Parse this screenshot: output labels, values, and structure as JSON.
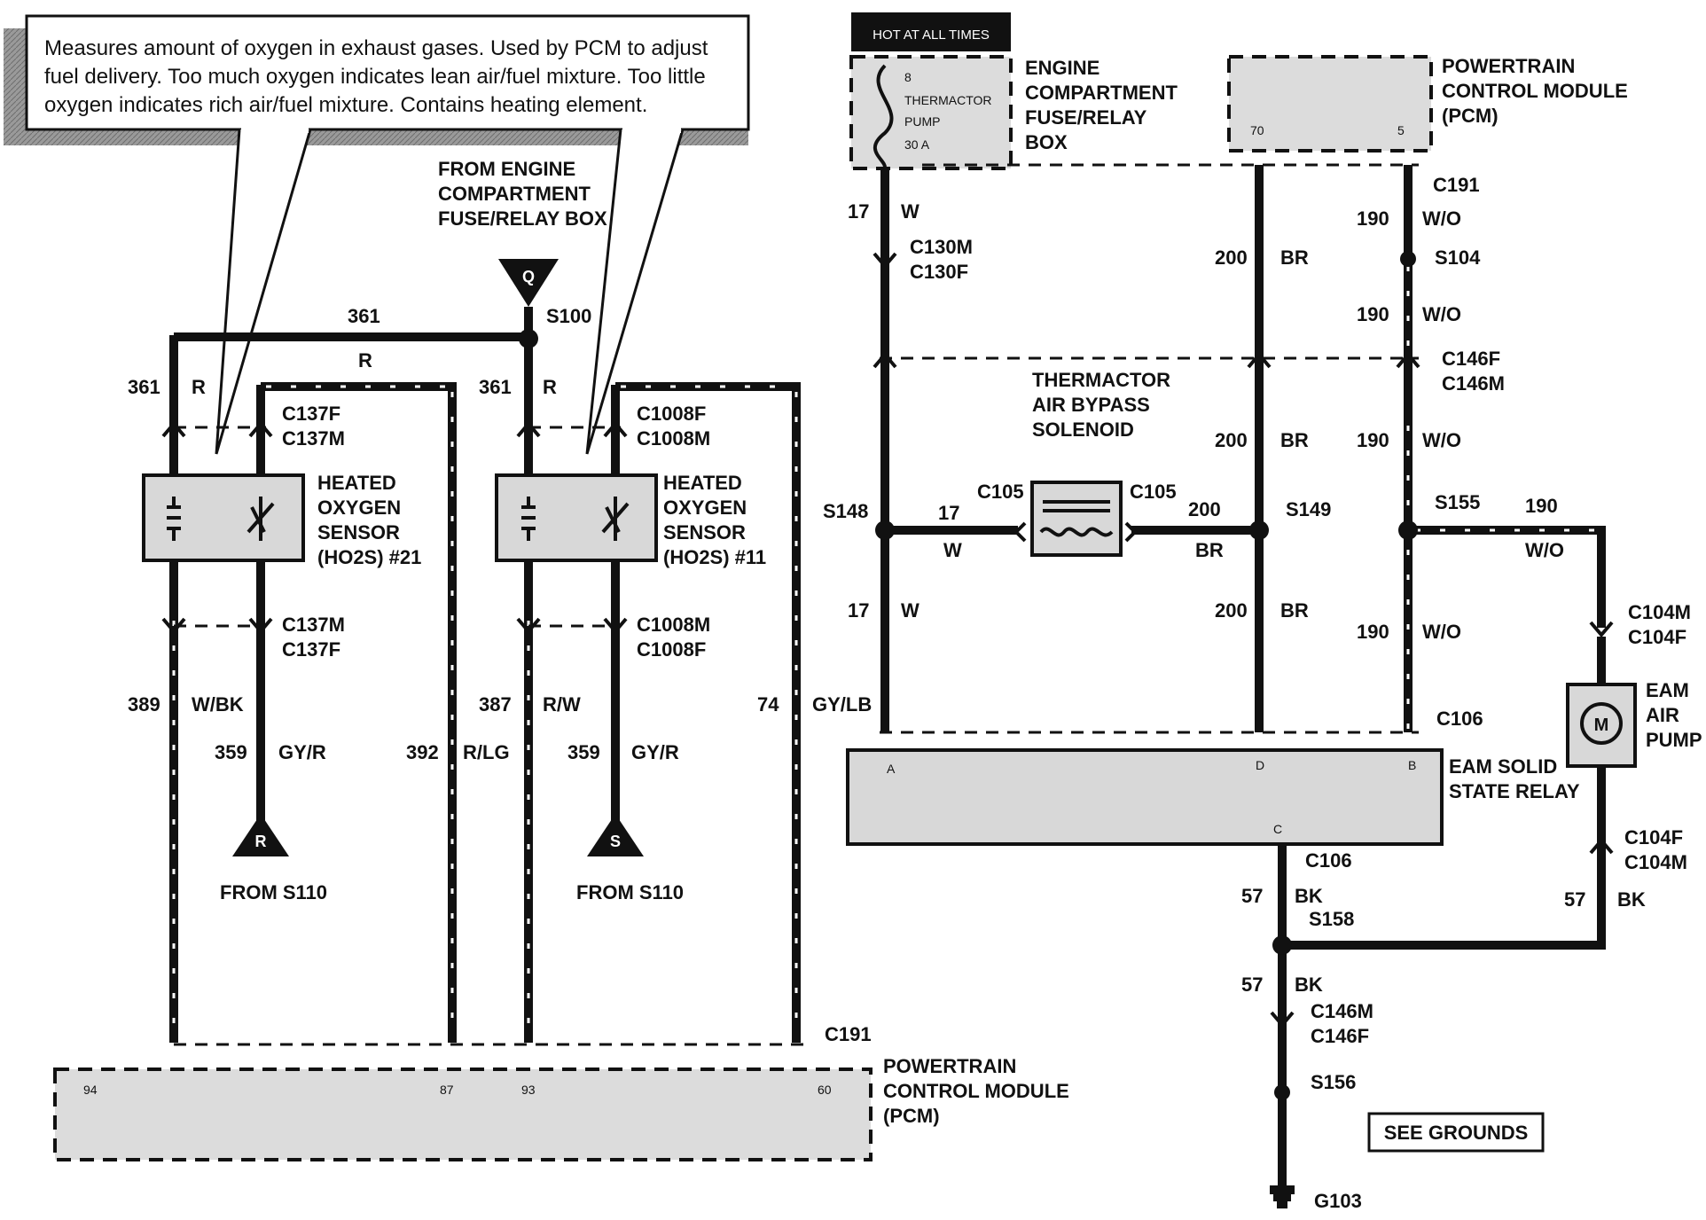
{
  "note": {
    "line1": "Measures amount of oxygen in exhaust gases. Used by PCM to adjust",
    "line2": "fuel delivery. Too much oxygen indicates lean air/fuel mixture. Too little",
    "line3": "oxygen indicates rich air/fuel mixture. Contains heating element."
  },
  "from_box": {
    "l1": "FROM ENGINE",
    "l2": "COMPARTMENT",
    "l3": "FUSE/RELAY BOX"
  },
  "term": {
    "q": "Q",
    "r": "R",
    "s": "S"
  },
  "splices": {
    "s100": "S100",
    "s148": "S148",
    "s149": "S149",
    "s155": "S155",
    "s104": "S104",
    "s158": "S158",
    "s156": "S156",
    "g103": "G103"
  },
  "left": {
    "c137f": "C137F",
    "c137m": "C137M",
    "c1008f": "C1008F",
    "c1008m": "C1008M",
    "sensor21": {
      "l1": "HEATED",
      "l2": "OXYGEN",
      "l3": "SENSOR",
      "l4": "(HO2S) #21"
    },
    "sensor11": {
      "l1": "HEATED",
      "l2": "OXYGEN",
      "l3": "SENSOR",
      "l4": "(HO2S) #11"
    },
    "from_s110": "FROM S110",
    "c191": "C191",
    "pcm": {
      "l1": "POWERTRAIN",
      "l2": "CONTROL MODULE",
      "l3": "(PCM)"
    },
    "pins": {
      "p94": "94",
      "p87": "87",
      "p93": "93",
      "p60": "60"
    }
  },
  "wires": {
    "n361": "361",
    "cR": "R",
    "n389": "389",
    "cWBK": "W/BK",
    "n359": "359",
    "cGYR": "GY/R",
    "n392": "392",
    "cRLG": "R/LG",
    "n387": "387",
    "cRW": "R/W",
    "n74": "74",
    "cGYLB": "GY/LB",
    "n17": "17",
    "cW": "W",
    "n200": "200",
    "cBR": "BR",
    "n190": "190",
    "cWO": "W/O",
    "n57": "57",
    "cBK": "BK"
  },
  "right": {
    "hot": "HOT AT ALL TIMES",
    "fuse": {
      "num": "8",
      "l1": "THERMACTOR",
      "l2": "PUMP",
      "l3": "30 A"
    },
    "ecfrb": {
      "l1": "ENGINE",
      "l2": "COMPARTMENT",
      "l3": "FUSE/RELAY",
      "l4": "BOX"
    },
    "pcm": {
      "l1": "POWERTRAIN",
      "l2": "CONTROL MODULE",
      "l3": "(PCM)",
      "p70": "70",
      "p5": "5"
    },
    "c191": "C191",
    "c130m": "C130M",
    "c130f": "C130F",
    "c146f": "C146F",
    "c146m": "C146M",
    "tabs": {
      "l1": "THERMACTOR",
      "l2": "AIR BYPASS",
      "l3": "SOLENOID"
    },
    "c105": "C105",
    "c106": "C106",
    "relay": {
      "l1": "EAM SOLID",
      "l2": "STATE RELAY",
      "a": "A",
      "d": "D",
      "b": "B",
      "c": "C"
    },
    "c104m": "C104M",
    "c104f": "C104F",
    "pump": {
      "l1": "EAM",
      "l2": "AIR",
      "l3": "PUMP",
      "m": "M"
    },
    "see_grounds": "SEE GROUNDS"
  }
}
